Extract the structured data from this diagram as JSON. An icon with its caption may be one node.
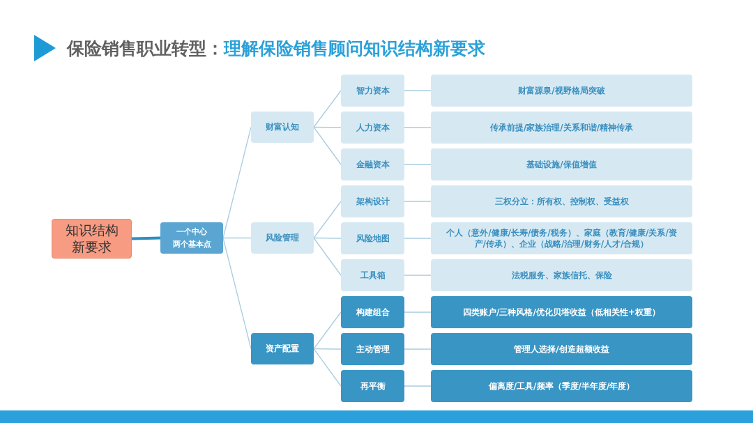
{
  "diagram": {
    "title": "保险销售职业转型：",
    "nodes": [
      {
        "text": [
          "知识结构新要求"
        ]
      },
      {
        "text": [
          "一个中心",
          "两个基本点"
        ]
      },
      {
        "text": [
          "财富认知"
        ]
      },
      {
        "text": [
          "风险管理"
        ]
      },
      {
        "text": [
          "资产配置"
        ]
      },
      {
        "text": [
          "智力资本"
        ]
      },
      {
        "text": [
          "人力资本"
        ]
      },
      {
        "text": [
          "金融资本"
        ]
      },
      {
        "text": [
          "架构设计"
        ]
      },
      {
        "text": [
          "风险地图"
        ]
      },
      {
        "text": [
          "工具箱"
        ]
      },
      {
        "text": [
          "构建组合"
        ]
      },
      {
        "text": [
          "主动管理"
        ]
      },
      {
        "text": [
          "再平衡"
        ]
      },
      {
        "text": [
          "财富源泉/视野格局突破"
        ]
      },
      {
        "text": [
          "传承前提/家族治理/关系和谐/精神传承"
        ]
      },
      {
        "text": [
          "基础设施/保值增值"
        ]
      },
      {
        "text": [
          "三权分立：所有权、控制权、受益权"
        ]
      },
      {
        "text": [
          "个人（意外/健康/长寿/债务/税务）、家庭（教育/健康/关系/资产/传承）、企业（战略/治理/财务/人才/合规）"
        ]
      },
      {
        "text": [
          "法税服务、家族信托、保险"
        ]
      },
      {
        "text": [
          "四类账户/三种风格/优化贝塔收益（低相关性+权重）"
        ]
      },
      {
        "text": [
          "管理人选择/创造超额收益"
        ]
      },
      {
        "text": [
          "偏离度/工具/频率（季度/半年度/年度）"
        ]
      }
    ],
    "edges": [
      {
        "from": 0,
        "to": 1,
        "arrow": "none",
        "color": "#2e8fc0",
        "style": "thick"
      },
      {
        "from": 1,
        "to": 2,
        "arrow": "none"
      },
      {
        "from": 1,
        "to": 3,
        "arrow": "none"
      },
      {
        "from": 1,
        "to": 4,
        "arrow": "none"
      },
      {
        "from": 2,
        "to": 5,
        "arrow": "none"
      },
      {
        "from": 2,
        "to": 6,
        "arrow": "none"
      },
      {
        "from": 2,
        "to": 7,
        "arrow": "none"
      },
      {
        "from": 3,
        "to": 8,
        "arrow": "none"
      },
      {
        "from": 3,
        "to": 9,
        "arrow": "none"
      },
      {
        "from": 3,
        "to": 10,
        "arrow": "none"
      },
      {
        "from": 4,
        "to": 11,
        "arrow": "none"
      },
      {
        "from": 4,
        "to": 12,
        "arrow": "none"
      },
      {
        "from": 4,
        "to": 13,
        "arrow": "none"
      },
      {
        "from": 5,
        "to": 14,
        "arrow": "none"
      },
      {
        "from": 6,
        "to": 15,
        "arrow": "none"
      },
      {
        "from": 7,
        "to": 16,
        "arrow": "none"
      },
      {
        "from": 8,
        "to": 17,
        "arrow": "none"
      },
      {
        "from": 9,
        "to": 18,
        "arrow": "none"
      },
      {
        "from": 10,
        "to": 19,
        "arrow": "none"
      },
      {
        "from": 11,
        "to": 20,
        "arrow": "none"
      },
      {
        "from": 12,
        "to": 21,
        "arrow": "none"
      },
      {
        "from": 13,
        "to": 22,
        "arrow": "none"
      }
    ],
    "labels": [
      "理解保险销售顾问知识结构新要求"
    ]
  }
}
